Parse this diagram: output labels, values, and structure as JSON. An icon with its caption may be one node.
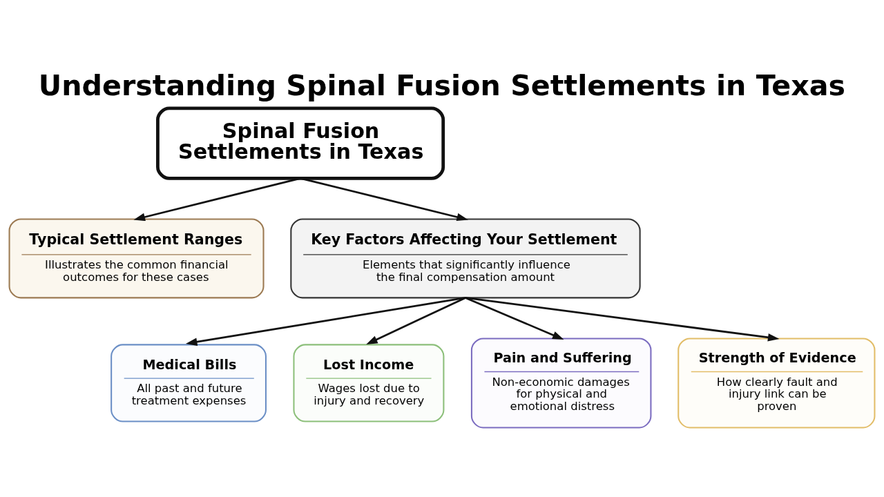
{
  "diagram": {
    "title": "Understanding Spinal Fusion Settlements in Texas",
    "nodes": [
      {
        "text": [
          "Spinal Fusion Settlements in Texas"
        ]
      },
      {
        "text": [
          "Typical Settlement Ranges",
          "Illustrates the common financial outcomes for these cases"
        ]
      },
      {
        "text": [
          "Key Factors Affecting Your Settlement",
          "Elements that significantly influence the final compensation amount"
        ]
      },
      {
        "text": [
          "Medical Bills",
          "All past and future treatment expenses"
        ]
      },
      {
        "text": [
          "Lost Income",
          "Wages lost due to injury and recovery"
        ]
      },
      {
        "text": [
          "Pain and Suffering",
          "Non-economic damages for physical and emotional distress"
        ]
      },
      {
        "text": [
          "Strength of Evidence",
          "How clearly fault and injury link can be proven"
        ]
      }
    ],
    "edges": [
      {
        "from": 0,
        "to": 1,
        "arrow": "to"
      },
      {
        "from": 0,
        "to": 2,
        "arrow": "to"
      },
      {
        "from": 2,
        "to": 3,
        "arrow": "to"
      },
      {
        "from": 2,
        "to": 4,
        "arrow": "to"
      },
      {
        "from": 2,
        "to": 5,
        "arrow": "to"
      },
      {
        "from": 2,
        "to": 6,
        "arrow": "to"
      }
    ]
  }
}
